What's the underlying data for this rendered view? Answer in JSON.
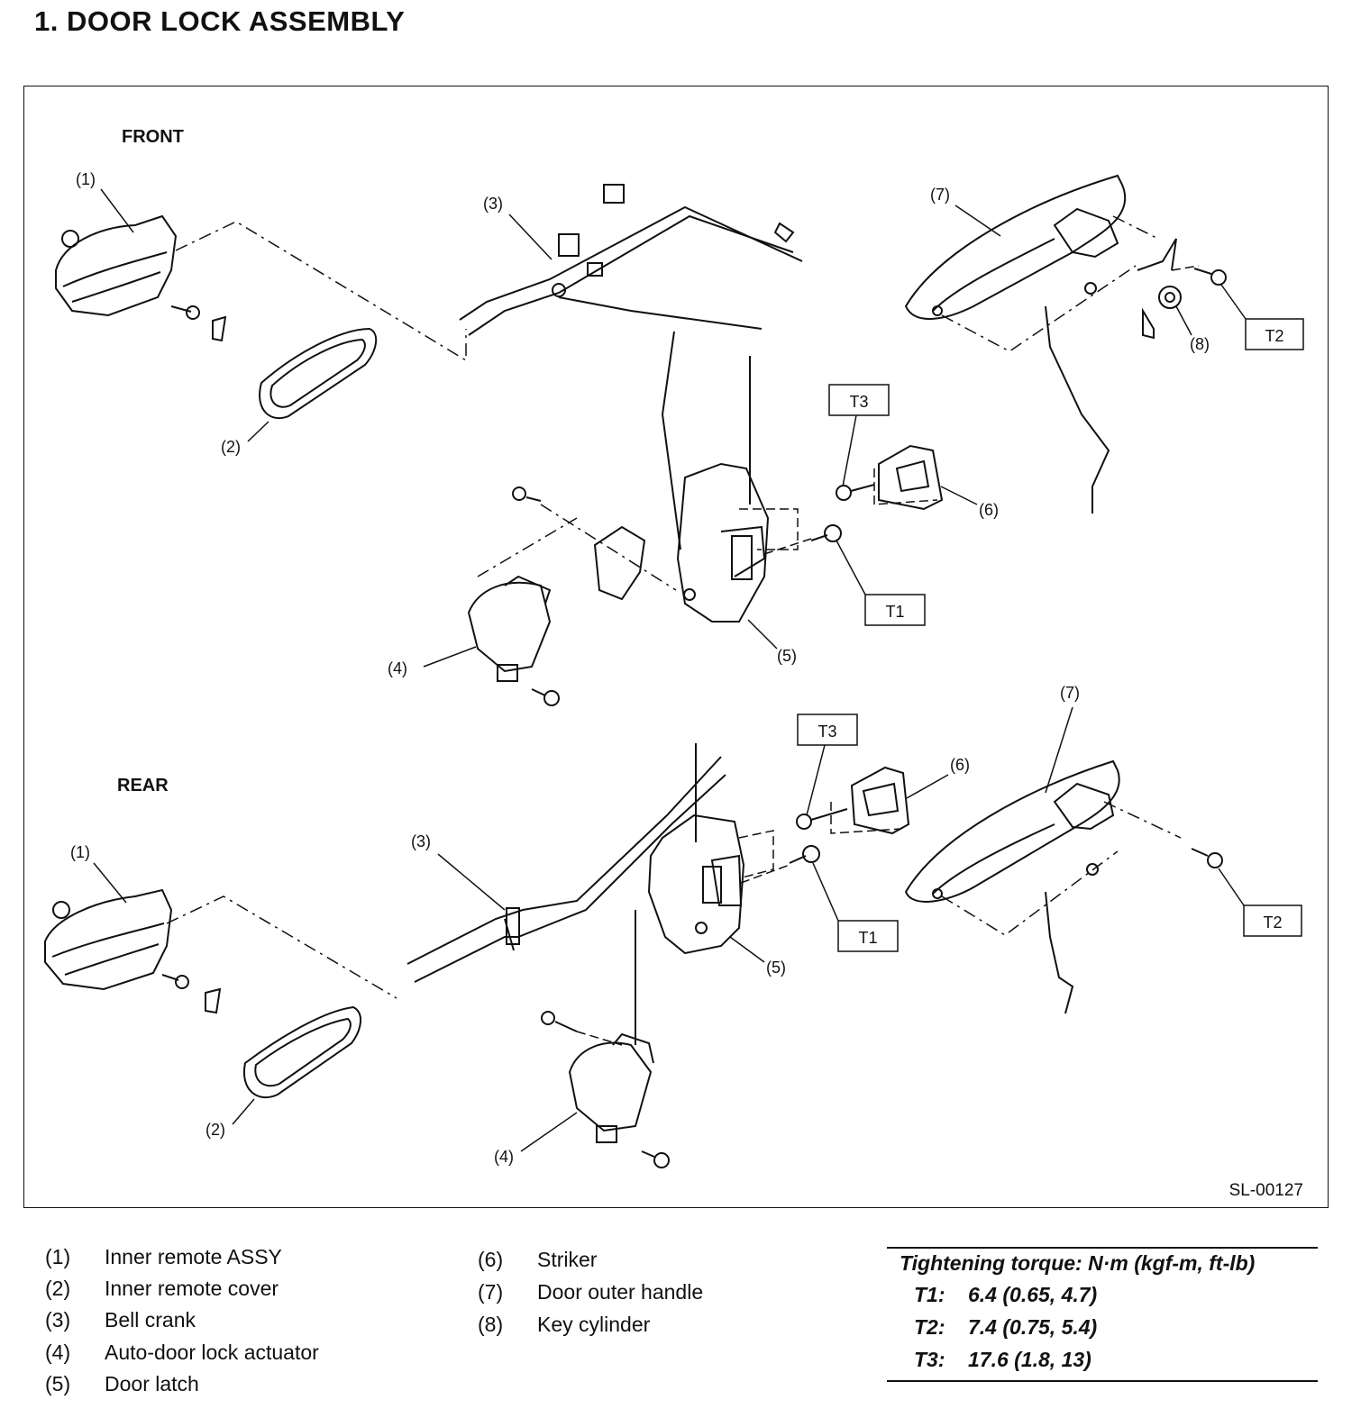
{
  "title": "1. DOOR LOCK ASSEMBLY",
  "diagram": {
    "front_label": "FRONT",
    "rear_label": "REAR",
    "figure_code": "SL-00127",
    "callouts": {
      "c1": "(1)",
      "c2": "(2)",
      "c3": "(3)",
      "c4": "(4)",
      "c5": "(5)",
      "c6": "(6)",
      "c7": "(7)",
      "c8": "(8)"
    },
    "torque_tags": {
      "t1": "T1",
      "t2": "T2",
      "t3": "T3"
    }
  },
  "legend": [
    {
      "num": "(1)",
      "text": "Inner remote ASSY"
    },
    {
      "num": "(2)",
      "text": "Inner remote cover"
    },
    {
      "num": "(3)",
      "text": "Bell crank"
    },
    {
      "num": "(4)",
      "text": "Auto-door lock actuator"
    },
    {
      "num": "(5)",
      "text": "Door latch"
    },
    {
      "num": "(6)",
      "text": "Striker"
    },
    {
      "num": "(7)",
      "text": "Door outer handle"
    },
    {
      "num": "(8)",
      "text": "Key cylinder"
    }
  ],
  "torque_table": {
    "header": "Tightening torque: N·m (kgf-m, ft-lb)",
    "rows": [
      {
        "key": "T1:",
        "value": "6.4 (0.65, 4.7)"
      },
      {
        "key": "T2:",
        "value": "7.4 (0.75, 5.4)"
      },
      {
        "key": "T3:",
        "value": "17.6 (1.8, 13)"
      }
    ]
  },
  "colors": {
    "ink": "#111111",
    "background": "#ffffff"
  }
}
